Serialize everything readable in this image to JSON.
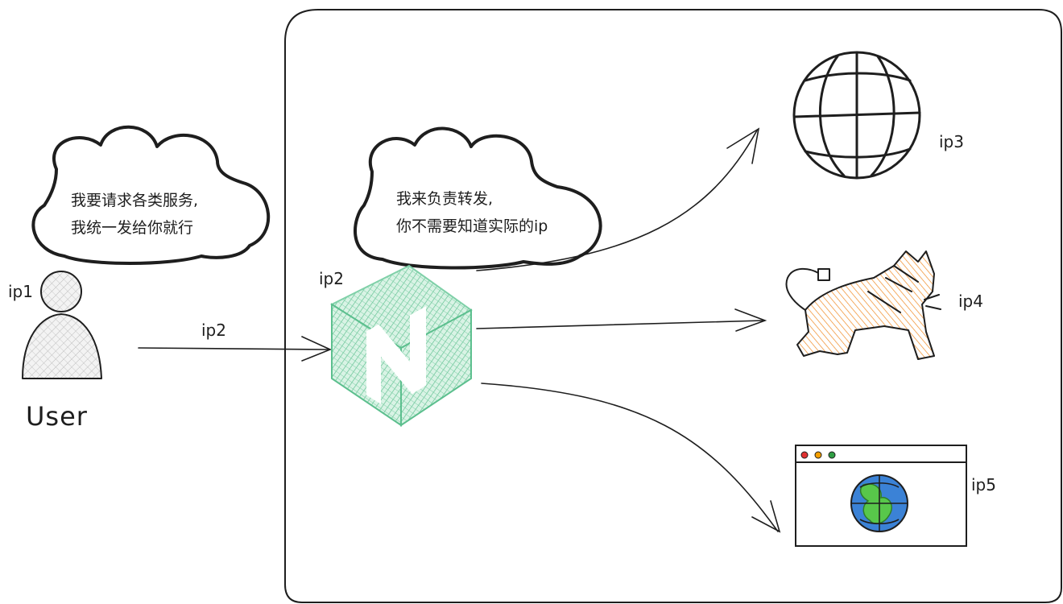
{
  "user": {
    "ip_label": "ip1",
    "caption": "User",
    "bubble_lines": [
      "我要请求各类服务,",
      "我统一发给你就行"
    ]
  },
  "arrow_user_to_proxy": {
    "label": "ip2"
  },
  "proxy": {
    "ip_label": "ip2",
    "icon": "nginx-cube-icon",
    "color": "#5cbf8e",
    "bubble_lines": [
      "我来负责转发,",
      "你不需要知道实际的ip"
    ]
  },
  "targets": [
    {
      "ip_label": "ip3",
      "icon": "globe-icon"
    },
    {
      "ip_label": "ip4",
      "icon": "tomcat-icon",
      "color": "#f08a24"
    },
    {
      "ip_label": "ip5",
      "icon": "browser-window-globe-icon"
    }
  ],
  "browser_dots": [
    "#e03131",
    "#f59f00",
    "#2f9e44"
  ]
}
